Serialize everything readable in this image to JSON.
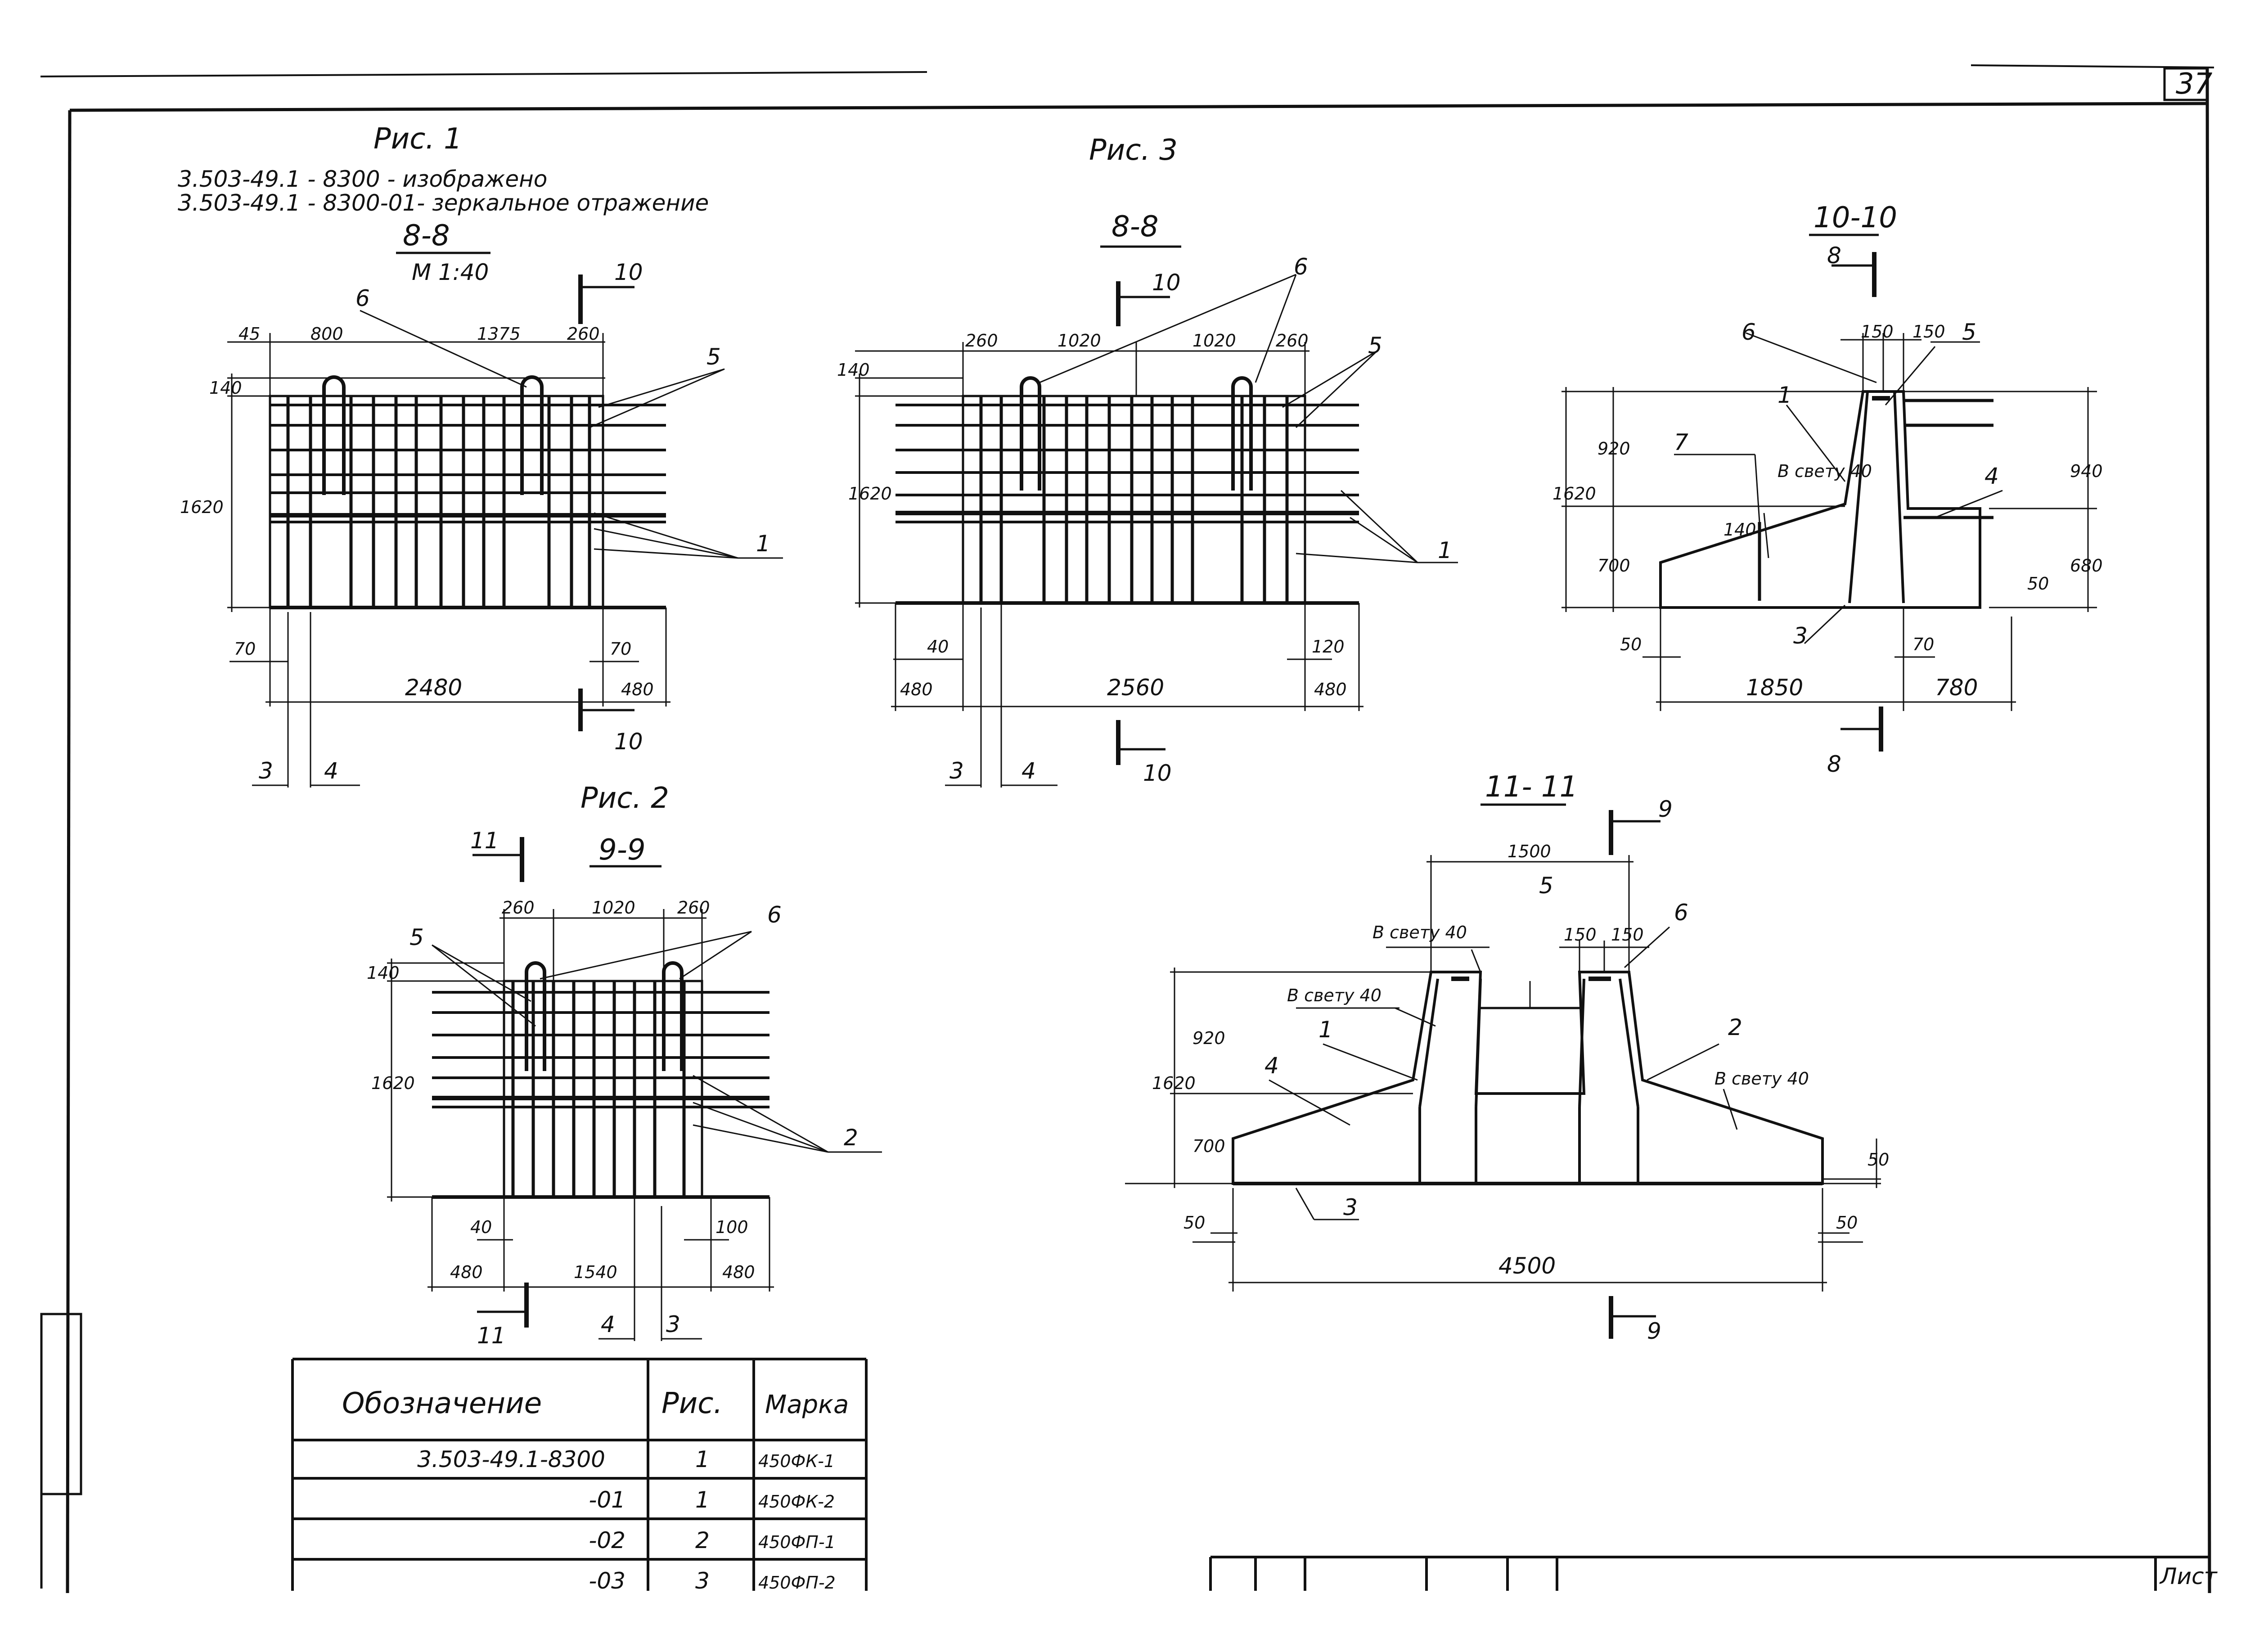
{
  "sheet": {
    "sheet_number": "37",
    "sheet_label": "Лист"
  },
  "header": {
    "fig1_title": "Рис. 1",
    "fig2_title": "Рис. 2",
    "fig3_title": "Рис. 3",
    "note_line1": "3.503-49.1 - 8300 - изображено",
    "note_line2": "3.503-49.1 - 8300-01- зеркальное отражение"
  },
  "fig1": {
    "section": "8-8",
    "scale": "М 1:40",
    "cut_mark": "10",
    "dims": {
      "left_offset": "45",
      "span1": "800",
      "span2": "1375",
      "right_offset": "260",
      "top": "140",
      "height": "1620",
      "bottom_left": "70",
      "bottom_right": "70",
      "overall": "2480",
      "right_ext": "480"
    },
    "callouts": {
      "bar1": "1",
      "bar3": "3",
      "bar4": "4",
      "bar5": "5",
      "bar6": "6"
    }
  },
  "fig3a": {
    "section": "8-8",
    "cut_mark": "10",
    "dims": {
      "left": "260",
      "span1": "1020",
      "span2": "1020",
      "right": "260",
      "top": "140",
      "height": "1620",
      "bottom_left": "40",
      "bottom_right": "120",
      "left_ext": "480",
      "overall": "2560",
      "right_ext": "480"
    },
    "callouts": {
      "bar1": "1",
      "bar3": "3",
      "bar4": "4",
      "bar5": "5",
      "bar6": "6"
    }
  },
  "fig3b": {
    "section": "10-10",
    "cut_mark": "8",
    "dims": {
      "w1": "150",
      "w2": "150",
      "height": "1620",
      "upper": "920",
      "lower": "700",
      "right_upper": "940",
      "right_lower": "680",
      "thick": "140",
      "gap": "50",
      "left_off": "50",
      "base_off": "70",
      "base": "1850",
      "ext": "780"
    },
    "labels": {
      "clear": "В свету 40"
    },
    "callouts": {
      "bar1": "1",
      "bar3": "3",
      "bar4": "4",
      "bar5": "5",
      "bar6": "6",
      "bar7": "7"
    }
  },
  "fig2": {
    "section": "9-9",
    "cut_mark": "11",
    "dims": {
      "left": "260",
      "span": "1020",
      "right": "260",
      "top": "140",
      "height": "1620",
      "bottom_left": "40",
      "bottom_right": "100",
      "left_ext": "480",
      "overall": "1540",
      "right_ext": "480"
    },
    "callouts": {
      "bar2": "2",
      "bar3": "3",
      "bar4": "4",
      "bar5": "5",
      "bar6": "6"
    }
  },
  "section11": {
    "section": "11- 11",
    "cut_mark": "9",
    "dims": {
      "top_span": "1500",
      "w1": "150",
      "w2": "150",
      "height": "1620",
      "upper": "920",
      "lower": "700",
      "right_gap": "50",
      "left_off": "50",
      "right_off": "50",
      "overall": "4500"
    },
    "labels": {
      "clear1": "В свету 40",
      "clear2": "В свету 40",
      "clear3": "В свету 40"
    },
    "callouts": {
      "bar1": "1",
      "bar2": "2",
      "bar3": "3",
      "bar4": "4",
      "bar5": "5",
      "bar6": "6"
    }
  },
  "table": {
    "headers": [
      "Обозначение",
      "Рис.",
      "Марка"
    ],
    "rows": [
      [
        "3.503-49.1-8300",
        "1",
        "450ФК-1"
      ],
      [
        "-01",
        "1",
        "450ФК-2"
      ],
      [
        "-02",
        "2",
        "450ФП-1"
      ],
      [
        "-03",
        "3",
        "450ФП-2"
      ]
    ]
  }
}
